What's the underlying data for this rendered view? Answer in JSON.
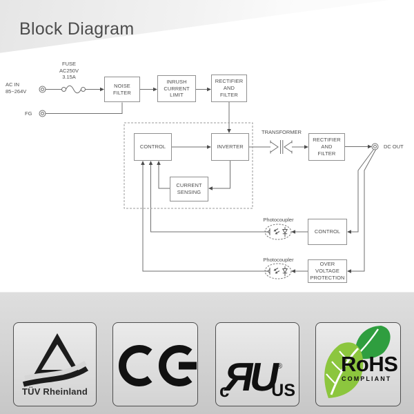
{
  "header": {
    "title": "Block Diagram"
  },
  "diagram": {
    "input": {
      "ac_in": "AC IN\n85~264V",
      "fg": "FG",
      "fuse": "FUSE\nAC250V\n3.15A"
    },
    "blocks": {
      "noise_filter": "NOISE\nFILTER",
      "inrush_current_limit": "INRUSH\nCURRENT\nLIMIT",
      "rectifier_filter_primary": "RECTIFIER\nAND\nFILTER",
      "control_primary": "CONTROL",
      "inverter": "INVERTER",
      "current_sensing": "CURRENT\nSENSING",
      "rectifier_filter_secondary": "RECTIFIER\nAND\nFILTER",
      "control_secondary": "CONTROL",
      "over_voltage_protection": "OVER VOLTAGE\nPROTECTION"
    },
    "labels": {
      "transformer": "TRANSFORMER",
      "photocoupler_top": "Photocoupler",
      "photocoupler_bottom": "Photocoupler",
      "dc_out": "DC OUT"
    }
  },
  "certifications": {
    "tuv": {
      "label": "TÜV Rheinland"
    },
    "ce": {
      "label": "CE"
    },
    "cul": {
      "c": "c",
      "symbol": "ЯU",
      "registered": "®",
      "us": "US"
    },
    "rohs": {
      "title": "RoHS",
      "subtitle": "COMPLIANT"
    }
  },
  "colors": {
    "diagram_line": "#6e6e6e",
    "panel_border": "#4d4d4d",
    "leaf_light": "#8cc63e",
    "leaf_dark": "#2f9e3f"
  }
}
